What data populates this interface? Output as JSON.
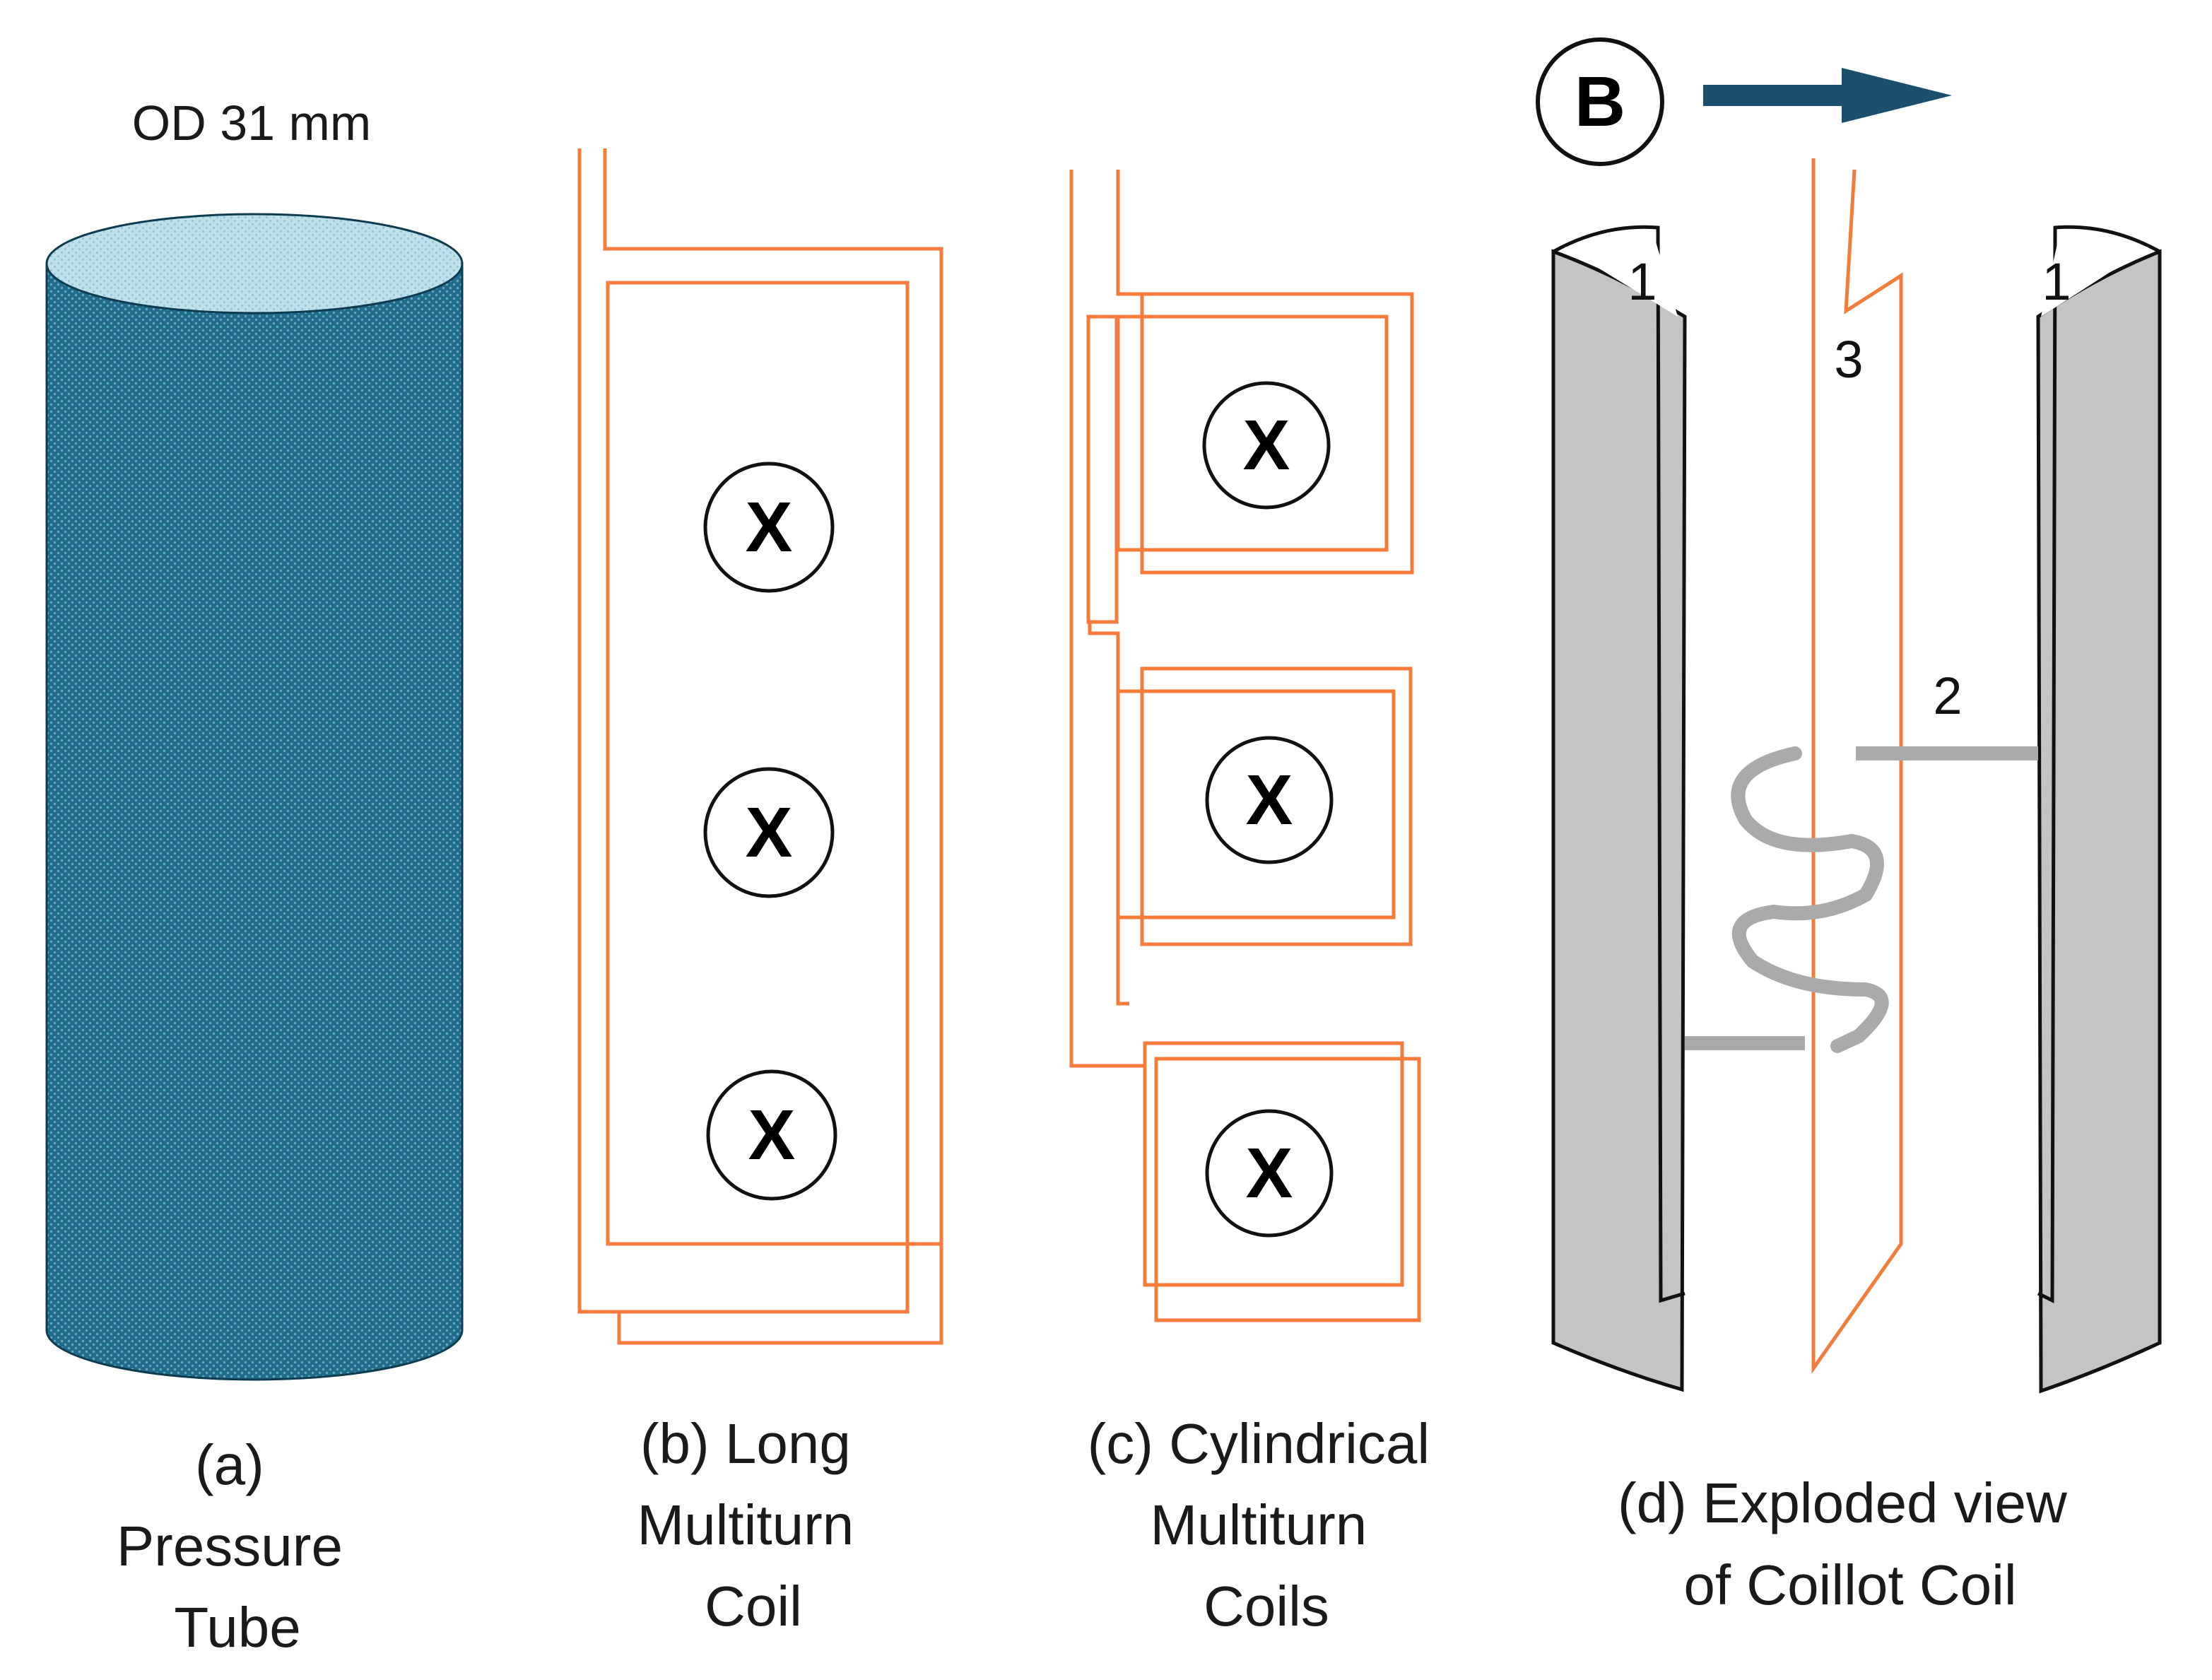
{
  "labels": {
    "od": "OD 31 mm",
    "field": "B",
    "x_mark": "X",
    "part1": "1",
    "part2": "2",
    "part3": "3"
  },
  "panels": {
    "a": {
      "lines": [
        "(a)",
        "Pressure",
        "Tube"
      ]
    },
    "b": {
      "lines": [
        "(b) Long",
        "Multiturn",
        "Coil"
      ]
    },
    "c": {
      "lines": [
        "(c) Cylindrical",
        "Multiturn",
        "Coils"
      ]
    },
    "d": {
      "lines": [
        "(d) Exploded view",
        "of  Coillot Coil"
      ]
    }
  },
  "colors": {
    "tube_fill": "#1f6d8c",
    "tube_top": "#a9d3e0",
    "coil_wire": "#f47b3a",
    "arrow": "#1b4f6e",
    "shell_gray": "#c4c4c4",
    "wire_gray": "#aaaaaa",
    "outline": "#111111"
  },
  "icons": {
    "field_arrow": "right-arrow-icon",
    "current_into_page": "circled-x-icon"
  }
}
